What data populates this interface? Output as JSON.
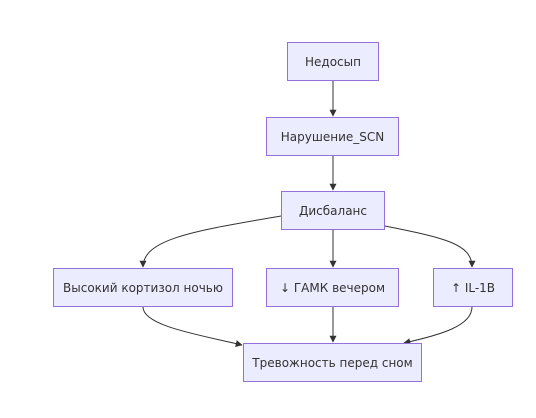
{
  "nodes": {
    "sleep_deprivation": "Недосып",
    "scn_disruption": "Нарушение_SCN",
    "imbalance": "Дисбаланс",
    "high_cortisol": "Высокий кортизол ночью",
    "low_gaba": "↓ ГАМК вечером",
    "high_il1b": "↑ IL-1B",
    "anxiety": "Тревожность перед сном"
  },
  "edges": [
    [
      "sleep_deprivation",
      "scn_disruption"
    ],
    [
      "scn_disruption",
      "imbalance"
    ],
    [
      "imbalance",
      "high_cortisol"
    ],
    [
      "imbalance",
      "low_gaba"
    ],
    [
      "imbalance",
      "high_il1b"
    ],
    [
      "high_cortisol",
      "anxiety"
    ],
    [
      "low_gaba",
      "anxiety"
    ],
    [
      "high_il1b",
      "anxiety"
    ]
  ],
  "colors": {
    "node_fill": "#ececff",
    "node_border": "#9370db",
    "edge": "#333333",
    "text": "#333333"
  }
}
